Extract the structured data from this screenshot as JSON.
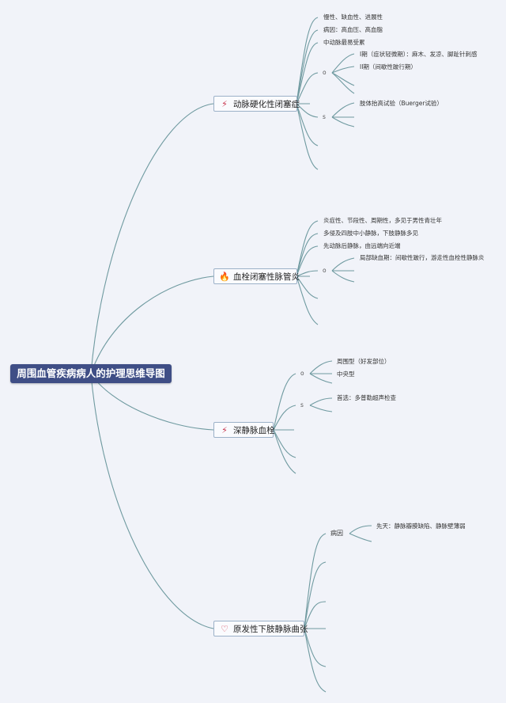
{
  "root": {
    "label": "周围血管疾病病人的护理思维导图"
  },
  "branches": [
    {
      "label": "动脉硬化性闭塞症",
      "icon": "ant-icon",
      "leaves": [
        "慢性、缺血性、进展性",
        "病因：高血压、高血脂",
        "中动脉最易受累",
        "I期（症状轻微期）：麻木、发凉、脚趾针刺感",
        "II期（间歇性跛行期）",
        "肢体抬高试验（Buerger试验）"
      ],
      "markers": [
        "o",
        "s"
      ]
    },
    {
      "label": "血栓闭塞性脉管炎",
      "icon": "fire-icon",
      "leaves": [
        "炎症性、节段性、周期性，多见于男性青壮年",
        "多侵及四肢中小静脉，下肢静脉多见",
        "先动脉后静脉，由远端向近端",
        "局部缺血期：间歇性跛行，游走性血栓性静脉炎"
      ],
      "markers": [
        "o"
      ]
    },
    {
      "label": "深静脉血栓",
      "icon": "ant-icon",
      "leaves": [
        "周围型（好发部位）",
        "中央型",
        "首选：多普勒超声检查"
      ],
      "markers": [
        "o",
        "s"
      ]
    },
    {
      "label": "原发性下肢静脉曲张",
      "icon": "heart-icon",
      "leaves": [
        "病因",
        "先天：静脉瓣膜缺陷、静脉壁薄弱"
      ],
      "markers": []
    }
  ]
}
